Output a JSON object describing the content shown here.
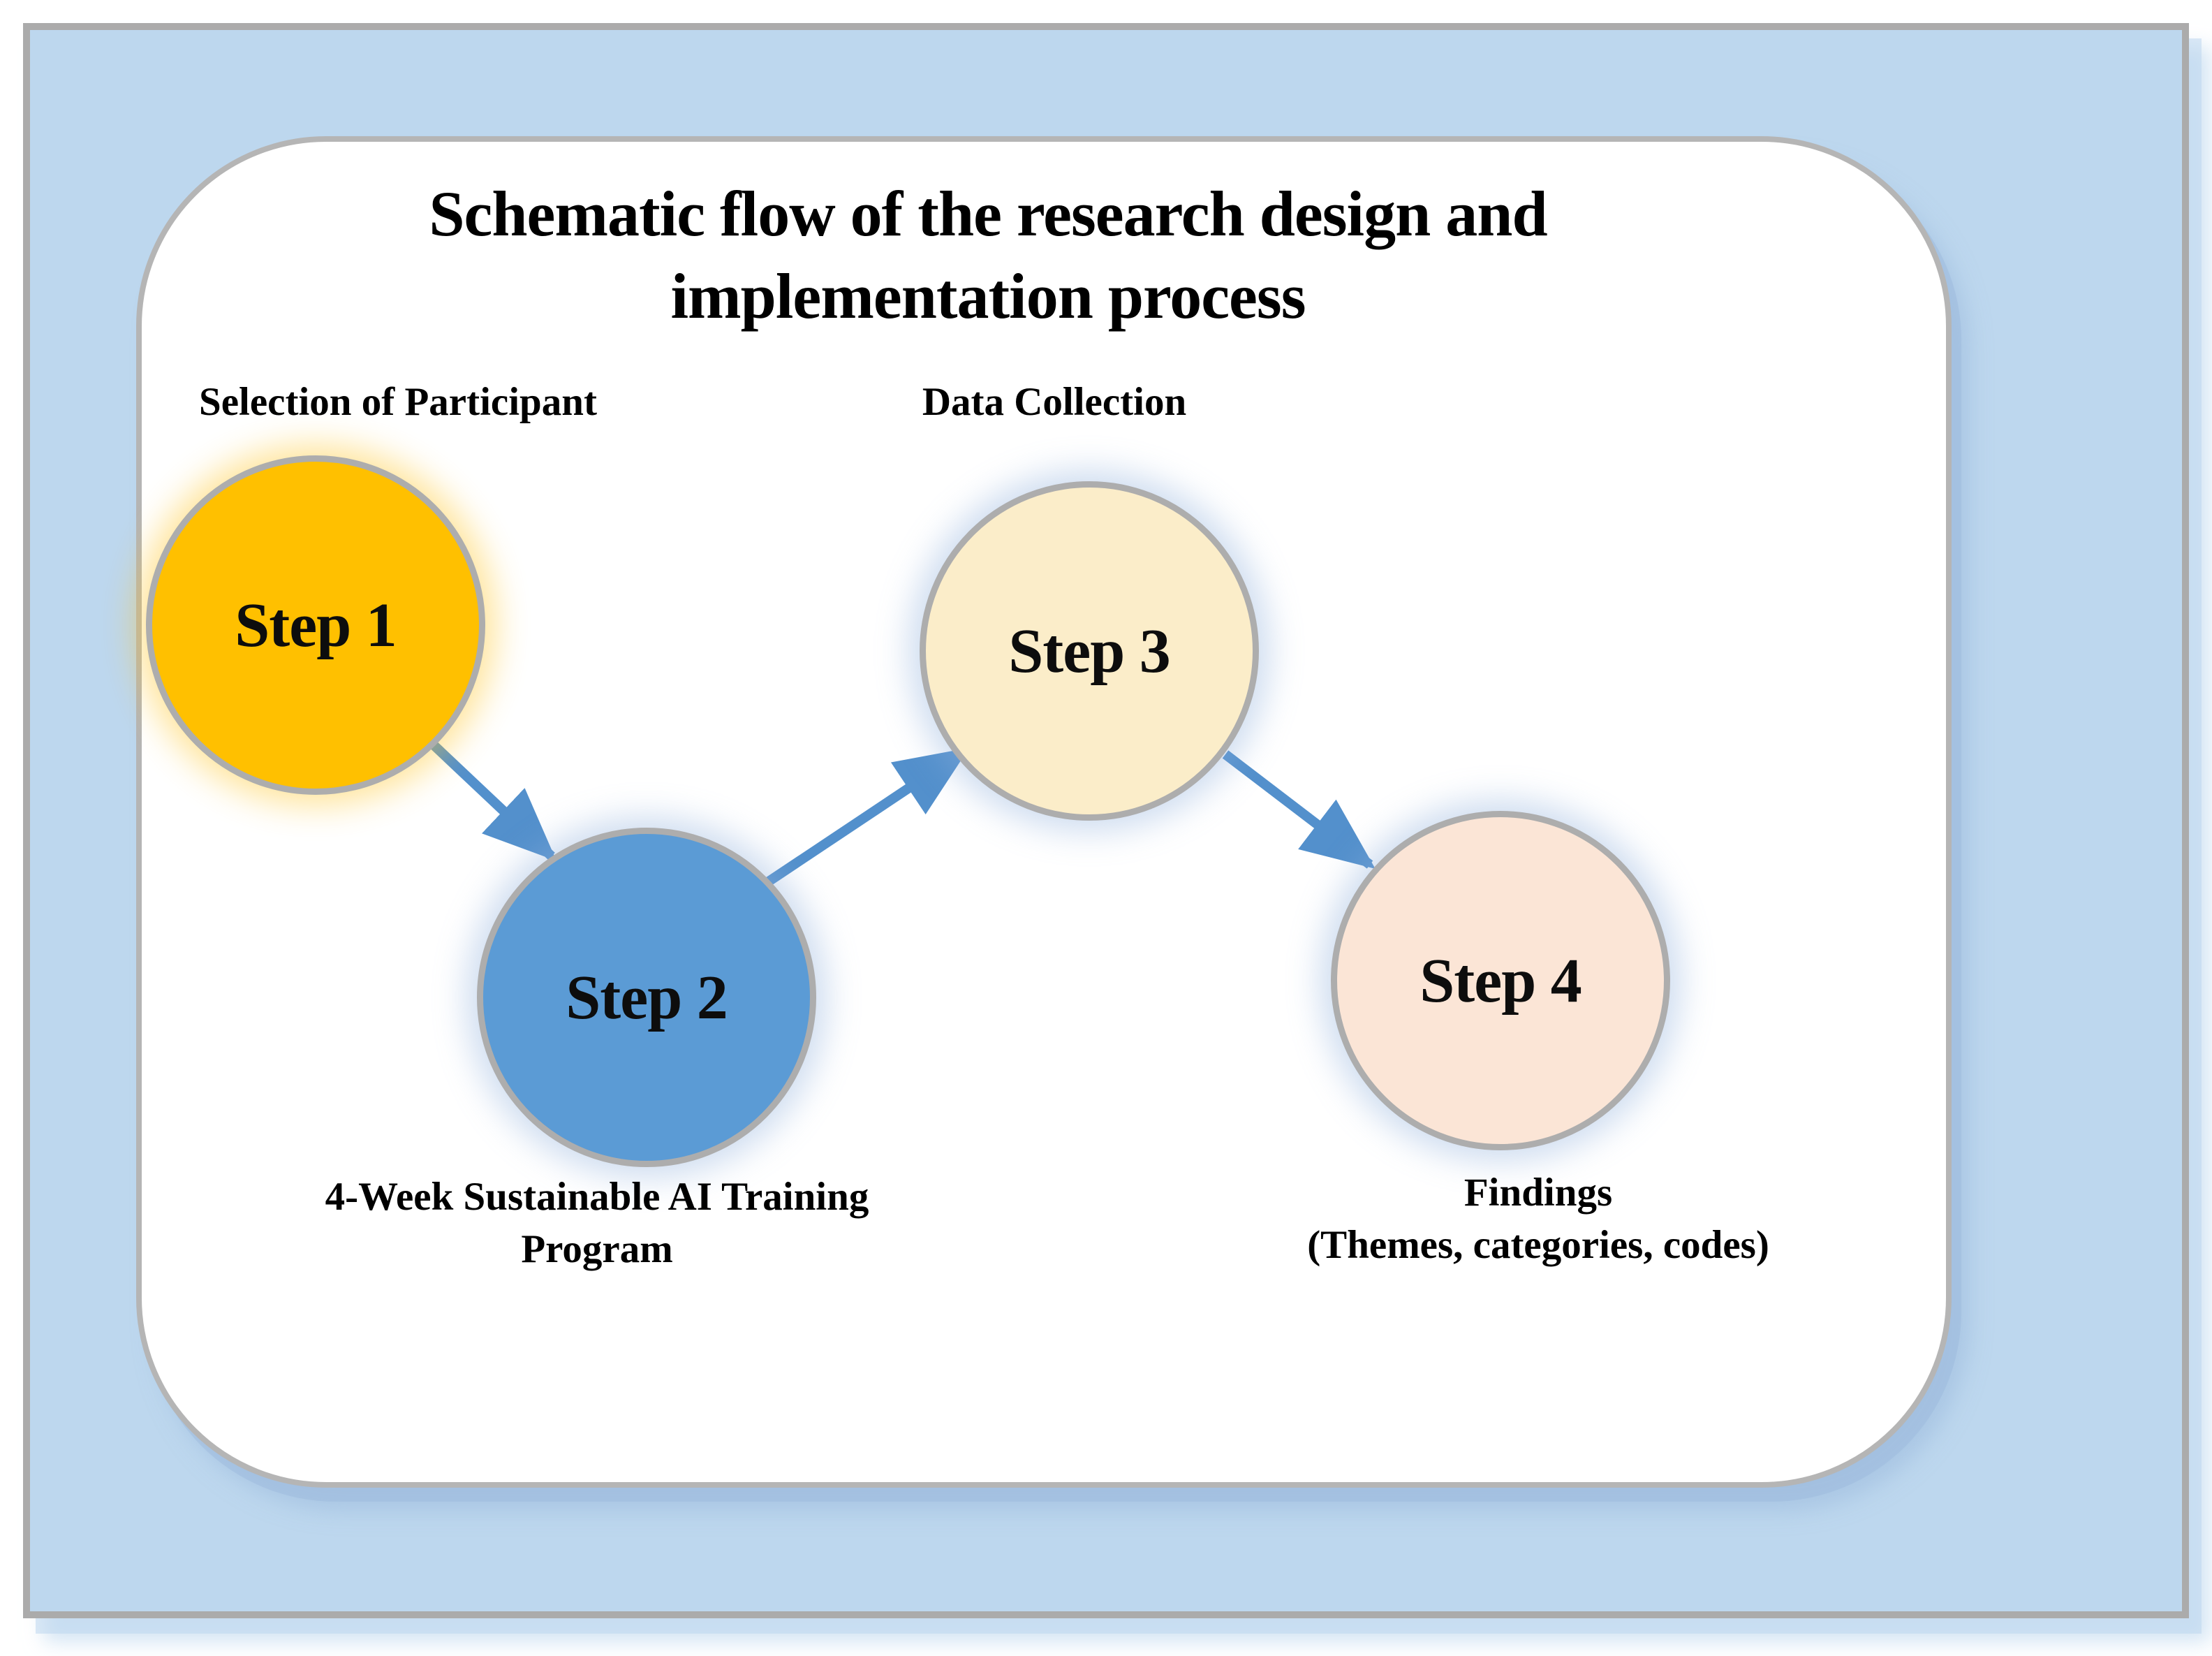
{
  "title": {
    "line1": "Schematic flow of the research design and",
    "line2": "implementation process"
  },
  "annotations": {
    "selection_of_participant": "Selection of Participant",
    "data_collection": "Data Collection",
    "training_line1": "4-Week Sustainable AI Training",
    "training_line2": "Program",
    "findings_line1": "Findings",
    "findings_line2": "(Themes, categories, codes)"
  },
  "steps": [
    {
      "label": "Step 1",
      "fill": "#FFC000"
    },
    {
      "label": "Step 2",
      "fill": "#5B9BD5"
    },
    {
      "label": "Step 3",
      "fill": "#FBEDC9"
    },
    {
      "label": "Step 4",
      "fill": "#FBE5D6"
    }
  ],
  "colors": {
    "slide_background": "#BDD7EE",
    "panel_background": "#FFFFFF",
    "arrow": "#5390CC",
    "text": "#000000"
  }
}
